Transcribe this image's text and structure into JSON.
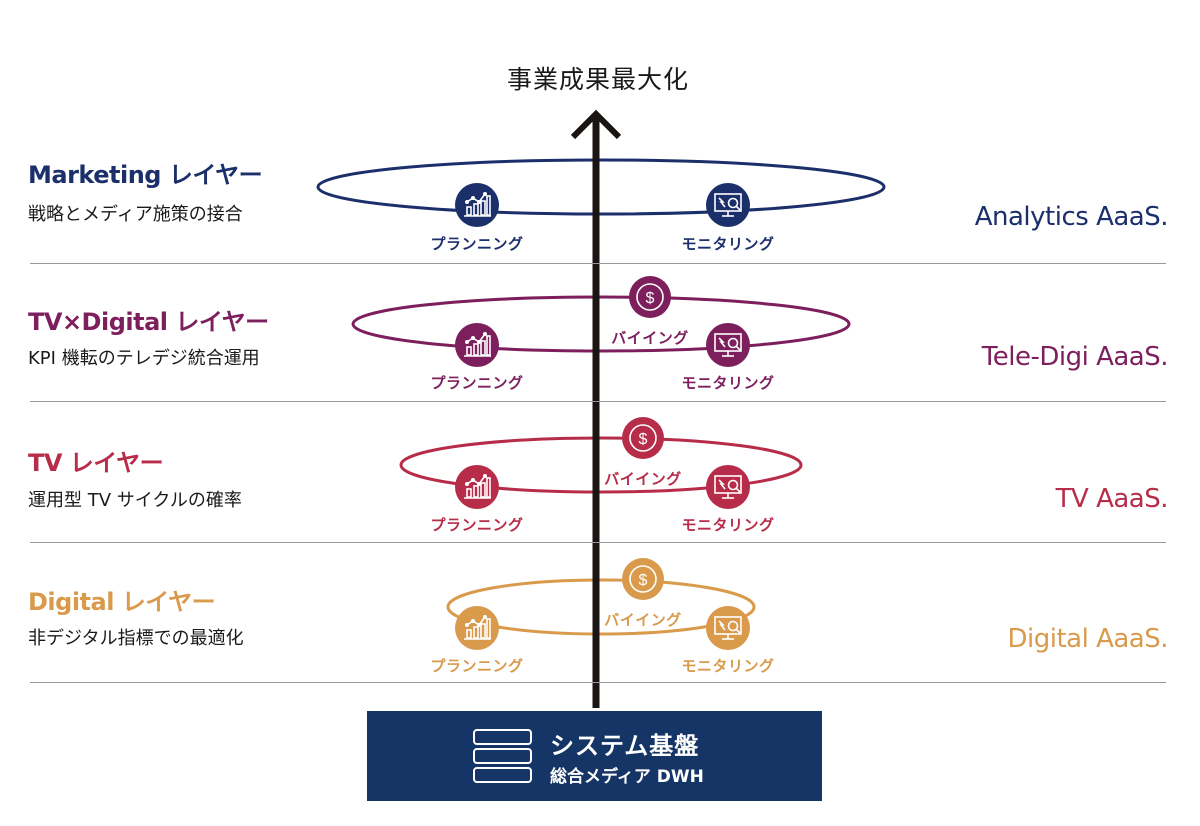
{
  "goal": {
    "title": "事業成果最大化"
  },
  "colors": {
    "marketing": "#1b2f6b",
    "tvdigital": "#7c1f5c",
    "tv": "#b72c48",
    "digital": "#d99a4c",
    "arrow": "#1a1512",
    "divider": "#9a9a9a",
    "base": "#153566"
  },
  "layers": [
    {
      "key": "marketing",
      "title": "Marketing レイヤー",
      "subtitle": "戦略とメディア施策の接合",
      "service": "Analytics AaaS.",
      "nodes": [
        {
          "icon": "planning-chart-icon",
          "label": "プランニング"
        },
        {
          "icon": "monitoring-screen-icon",
          "label": "モニタリング"
        }
      ]
    },
    {
      "key": "tvdigital",
      "title": "TV×Digital レイヤー",
      "subtitle": "KPI 機転のテレデジ統合運用",
      "service": "Tele-Digi AaaS.",
      "nodes": [
        {
          "icon": "buying-dollar-icon",
          "label": "バイイング"
        },
        {
          "icon": "planning-chart-icon",
          "label": "プランニング"
        },
        {
          "icon": "monitoring-screen-icon",
          "label": "モニタリング"
        }
      ]
    },
    {
      "key": "tv",
      "title": "TV レイヤー",
      "subtitle": "運用型 TV サイクルの確率",
      "service": "TV AaaS.",
      "nodes": [
        {
          "icon": "buying-dollar-icon",
          "label": "バイイング"
        },
        {
          "icon": "planning-chart-icon",
          "label": "プランニング"
        },
        {
          "icon": "monitoring-screen-icon",
          "label": "モニタリング"
        }
      ]
    },
    {
      "key": "digital",
      "title": "Digital レイヤー",
      "subtitle": "非デジタル指標での最適化",
      "service": "Digital AaaS.",
      "nodes": [
        {
          "icon": "buying-dollar-icon",
          "label": "バイイング"
        },
        {
          "icon": "planning-chart-icon",
          "label": "プランニング"
        },
        {
          "icon": "monitoring-screen-icon",
          "label": "モニタリング"
        }
      ]
    }
  ],
  "base": {
    "icon": "database-stack-icon",
    "title": "システム基盤",
    "subtitle": "総合メディア DWH"
  }
}
